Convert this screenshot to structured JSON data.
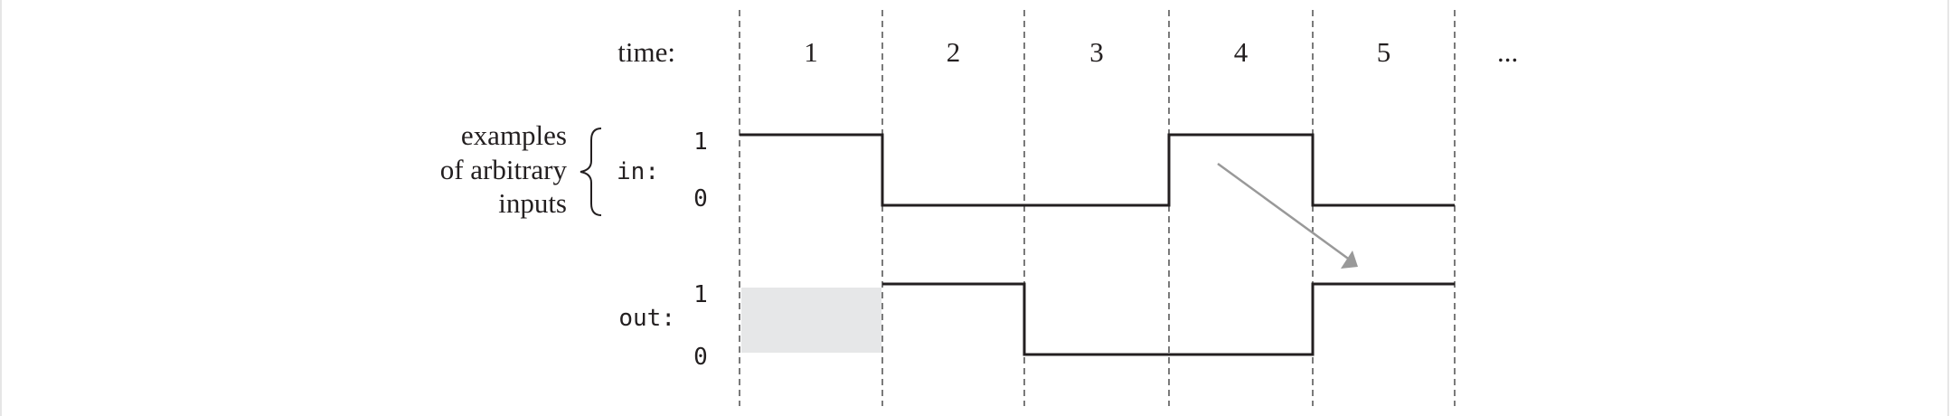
{
  "time_label": "time:",
  "time_steps": [
    "1",
    "2",
    "3",
    "4",
    "5"
  ],
  "ellipsis": "...",
  "annotation": [
    "examples",
    "of arbitrary",
    "inputs"
  ],
  "signals": {
    "in": {
      "label": "in:",
      "high_label": "1",
      "low_label": "0",
      "values": [
        1,
        0,
        0,
        1,
        0
      ]
    },
    "out": {
      "label": "out:",
      "high_label": "1",
      "low_label": "0",
      "values": [
        null,
        1,
        0,
        0,
        1
      ]
    }
  },
  "colors": {
    "line": "#231f20",
    "unknown_fill": "#e6e7e8",
    "arrow": "#999999"
  }
}
